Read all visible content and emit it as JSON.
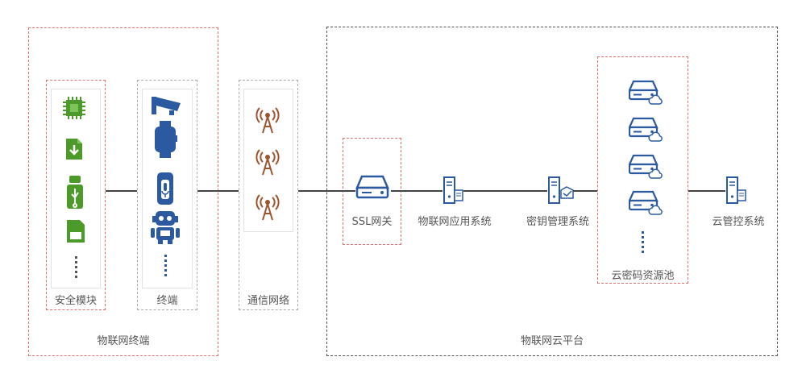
{
  "labels": {
    "iot_terminal": "物联网终端",
    "security_module": "安全模块",
    "terminal": "终端",
    "comm_network": "通信网络",
    "ssl_gateway": "SSL网关",
    "iot_app_system": "物联网应用系统",
    "key_mgmt_system": "密钥管理系统",
    "cloud_crypto_pool": "云密码资源池",
    "cloud_control_system": "云管控系统",
    "iot_cloud_platform": "物联网云平台"
  },
  "colors": {
    "green": "#4c9a2a",
    "blue": "#2c5aa0",
    "brown": "#a0522d",
    "red_dash": "#e07070"
  },
  "icons": {
    "security_module": [
      "chip-icon",
      "download-file-icon",
      "usb-key-icon",
      "sim-card-icon"
    ],
    "terminal": [
      "camera-icon",
      "smartwatch-icon",
      "smart-speaker-icon",
      "robot-icon"
    ],
    "network": [
      "antenna-icon",
      "antenna-icon",
      "antenna-icon"
    ],
    "pool": [
      "cloud-server-icon",
      "cloud-server-icon",
      "cloud-server-icon",
      "cloud-server-icon"
    ]
  }
}
